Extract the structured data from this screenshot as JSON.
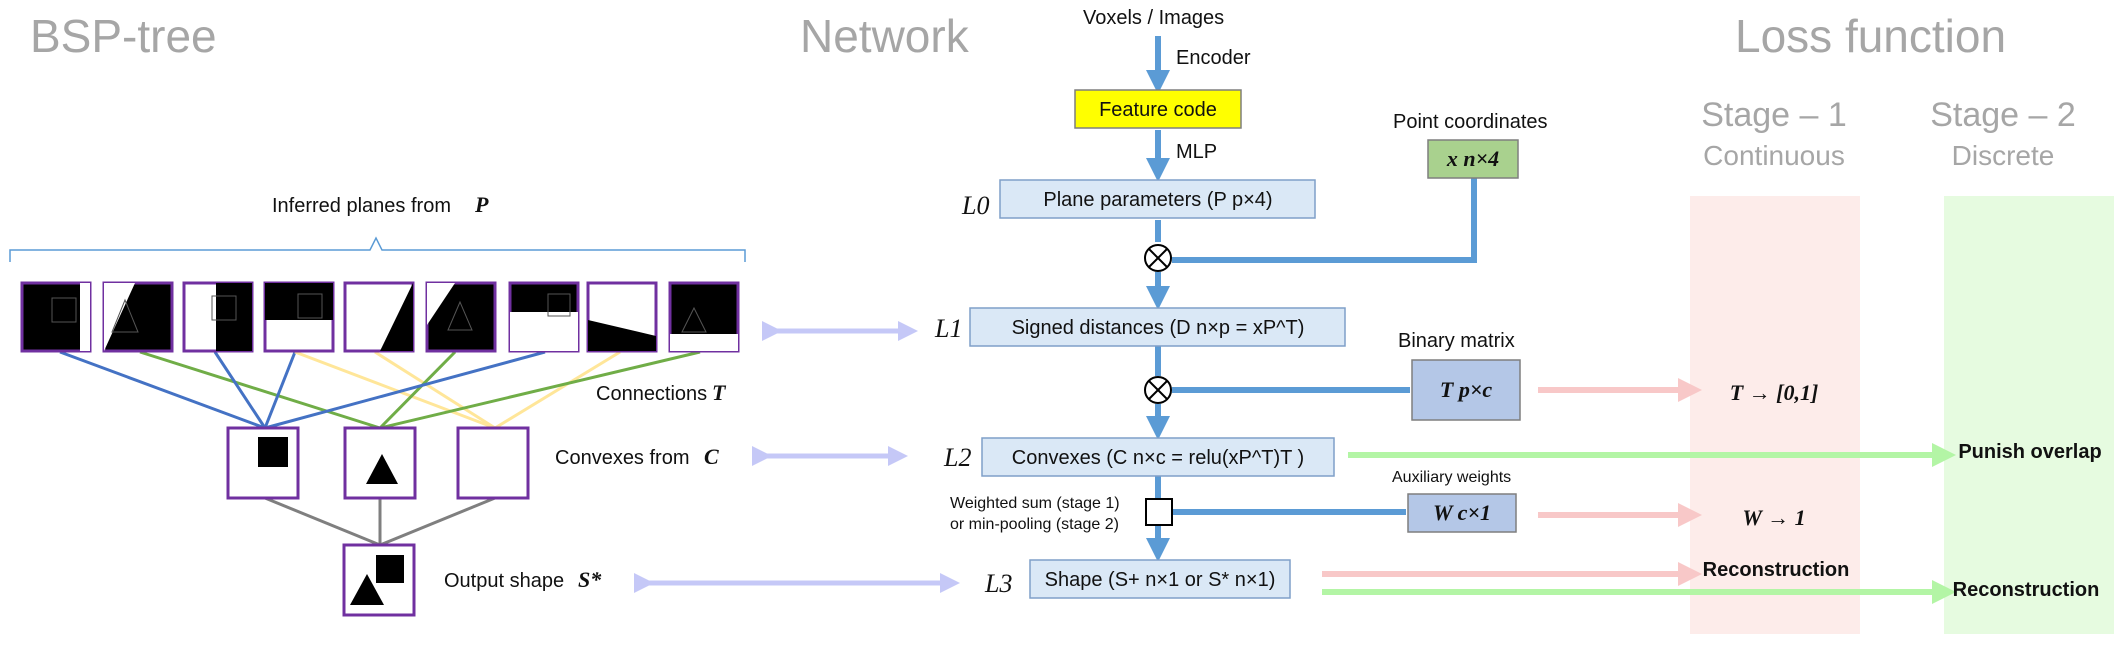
{
  "titles": {
    "bsp_tree": "BSP-tree",
    "network": "Network",
    "loss_function": "Loss function"
  },
  "stages": {
    "stage1_title": "Stage – 1",
    "stage1_sub": "Continuous",
    "stage2_title": "Stage – 2",
    "stage2_sub": "Discrete"
  },
  "bsp": {
    "inferred_planes_label": "Inferred planes from",
    "inferred_planes_symbol": "P",
    "connections_label": "Connections",
    "connections_symbol": "T",
    "convexes_label": "Convexes from",
    "convexes_symbol": "C",
    "output_label": "Output shape",
    "output_symbol": "S*"
  },
  "network": {
    "input_label": "Voxels / Images",
    "encoder_label": "Encoder",
    "feature_code": "Feature code",
    "mlp_label": "MLP",
    "point_coords_label": "Point coordinates",
    "point_coords_symbol": "x n×4",
    "binary_matrix_label": "Binary matrix",
    "binary_matrix_symbol": "T p×c",
    "aux_weights_label": "Auxiliary weights",
    "aux_weights_symbol": "W c×1",
    "weighted_sum_line1": "Weighted sum (stage 1)",
    "weighted_sum_line2": "or min-pooling (stage 2)",
    "levels": [
      "L0",
      "L1",
      "L2",
      "L3"
    ],
    "boxes": {
      "plane_params": "Plane parameters (P p×4)",
      "signed_dist": "Signed distances (D n×p = xP^T)",
      "convexes": "Convexes (C n×c = relu(xP^T)T )",
      "shape": "Shape (S+ n×1 or S* n×1)"
    }
  },
  "loss": {
    "t_constraint": "T → [0,1]",
    "w_constraint": "W → 1",
    "reconstruction_1": "Reconstruction",
    "punish_overlap": "Punish overlap",
    "reconstruction_2": "Reconstruction"
  },
  "colors": {
    "title_gray": "#a6a6a6",
    "arrow_blue": "#5b9bd5",
    "feature_yellow": "#ffff00",
    "box_blue": "#dae8f6",
    "point_green": "#a9d18e",
    "matrix_blue": "#b4c7e7",
    "stage1_bg": "#fdecea",
    "stage2_bg": "#e6fbe0",
    "purple_frame": "#7030a0",
    "lavender_arrow": "#c5c8f7",
    "pink_arrow": "#f8c8c8",
    "green_arrow": "#b3f5a5",
    "line_blue": "#4472c4",
    "line_green": "#70ad47",
    "line_yellow": "#ffe699",
    "line_gray": "#7f7f7f"
  }
}
